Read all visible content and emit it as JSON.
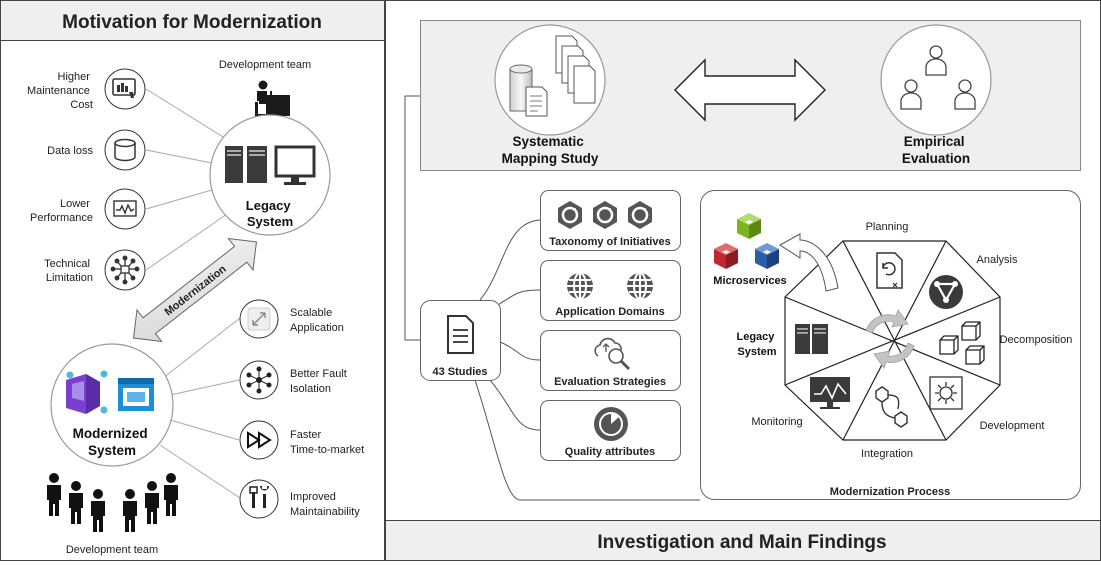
{
  "left_panel": {
    "title": "Motivation for Modernization",
    "dev_team_top": "Development team",
    "dev_team_bottom": "Development team",
    "legacy_system": [
      "Legacy",
      "System"
    ],
    "modernized_system": [
      "Modernized",
      "System"
    ],
    "arrow_label": "Modernization",
    "problems": [
      {
        "lines": [
          "Higher",
          "Maintenance",
          "Cost"
        ],
        "icon": "presentation-chart-icon"
      },
      {
        "lines": [
          "Data loss"
        ],
        "icon": "database-icon"
      },
      {
        "lines": [
          "Lower",
          "Performance"
        ],
        "icon": "monitor-pulse-icon"
      },
      {
        "lines": [
          "Technical",
          "Limitation"
        ],
        "icon": "network-hub-icon"
      }
    ],
    "benefits": [
      {
        "lines": [
          "Scalable",
          "Application"
        ],
        "icon": "expand-arrows-icon"
      },
      {
        "lines": [
          "Better Fault",
          "Isolation"
        ],
        "icon": "node-graph-icon"
      },
      {
        "lines": [
          "Faster",
          "Time-to-market"
        ],
        "icon": "fast-forward-icon"
      },
      {
        "lines": [
          "Improved",
          "Maintainability"
        ],
        "icon": "tools-icon"
      }
    ]
  },
  "right_panel": {
    "footer_title": "Investigation and Main Findings",
    "mapping_study": [
      "Systematic",
      "Mapping Study"
    ],
    "empirical": [
      "Empirical",
      "Evaluation"
    ],
    "studies": "43 Studies",
    "findings": [
      {
        "label": "Taxonomy of Initiatives",
        "icon": "gear-set-icon"
      },
      {
        "label": "Application Domains",
        "icon": "globe-icon"
      },
      {
        "label": "Evaluation Strategies",
        "icon": "cloud-search-icon"
      },
      {
        "label": "Quality attributes",
        "icon": "gauge-icon"
      }
    ],
    "process_title": "Modernization Process",
    "microservices": "Microservices",
    "legacy_system": [
      "Legacy",
      "System"
    ],
    "phases": [
      "Planning",
      "Analysis",
      "Decomposition",
      "Development",
      "Integration",
      "Monitoring"
    ]
  },
  "colors": {
    "frame": "#444444",
    "panel_gray": "#efefef",
    "icon_dark": "#3a3a3a",
    "cube_green": "#7ab51d",
    "cube_red": "#c0282f",
    "cube_blue": "#2a5ea8",
    "azure_purple": "#7a3fd1",
    "azure_blue": "#1c8fd8"
  }
}
